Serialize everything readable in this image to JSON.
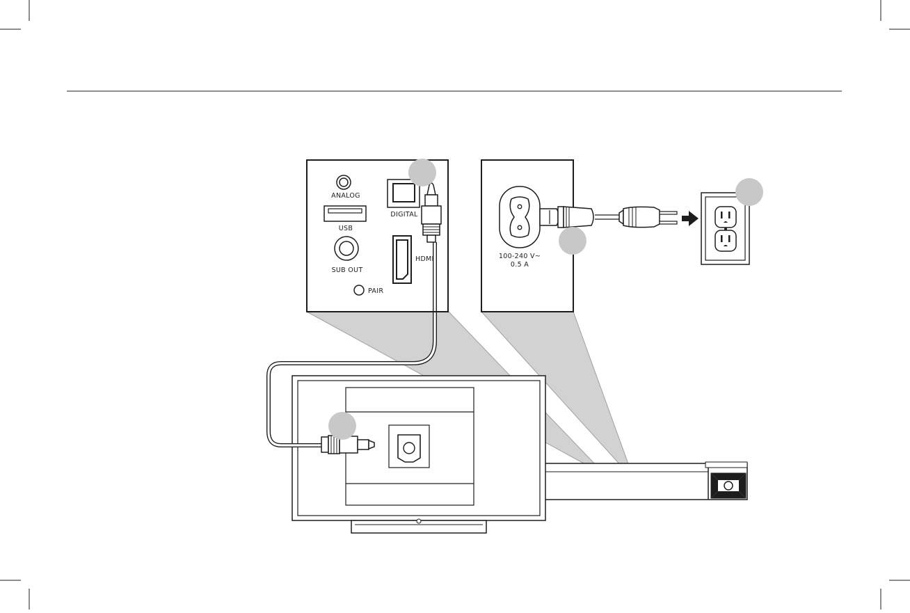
{
  "panel_left": {
    "analog_label": "ANALOG",
    "usb_label": "USB",
    "sub_out_label": "SUB OUT",
    "digital_label": "DIGITAL",
    "hdmi_label": "HDMI",
    "pair_label": "PAIR"
  },
  "panel_right": {
    "voltage_label": "100-240 V~",
    "current_label": "0.5 A"
  },
  "colors": {
    "line": "#1d1d1d",
    "callout": "#c8c8c8",
    "projection": "#cfcfcf",
    "cable": "#8a8a8a"
  }
}
